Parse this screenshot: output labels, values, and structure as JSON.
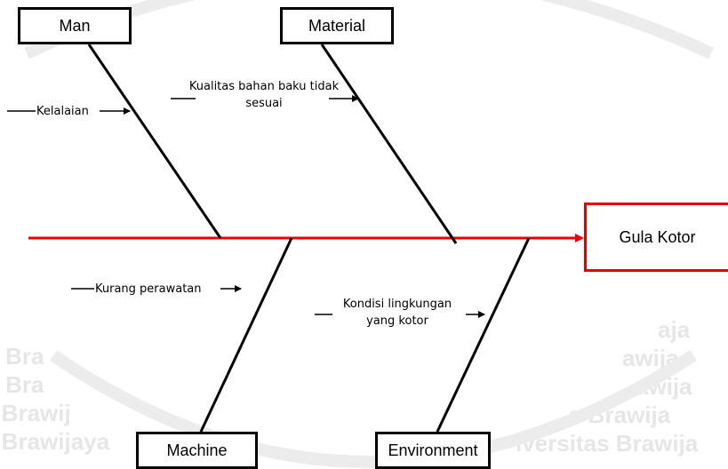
{
  "effect": {
    "label": "Gula Kotor"
  },
  "categories": {
    "man": {
      "label": "Man",
      "causes": [
        "Kelalaian"
      ]
    },
    "material": {
      "label": "Material",
      "causes": [
        "Kualitas bahan baku tidak sesuai"
      ]
    },
    "machine": {
      "label": "Machine",
      "causes": [
        "Kurang perawatan"
      ]
    },
    "environment": {
      "label": "Environment",
      "causes": [
        "Kondisi lingkungan yang kotor"
      ]
    }
  },
  "watermark": {
    "text": "Universitas Brawijaya"
  },
  "colors": {
    "spine": "#ee0000",
    "bones": "#000000",
    "effect_border": "#e00000"
  }
}
